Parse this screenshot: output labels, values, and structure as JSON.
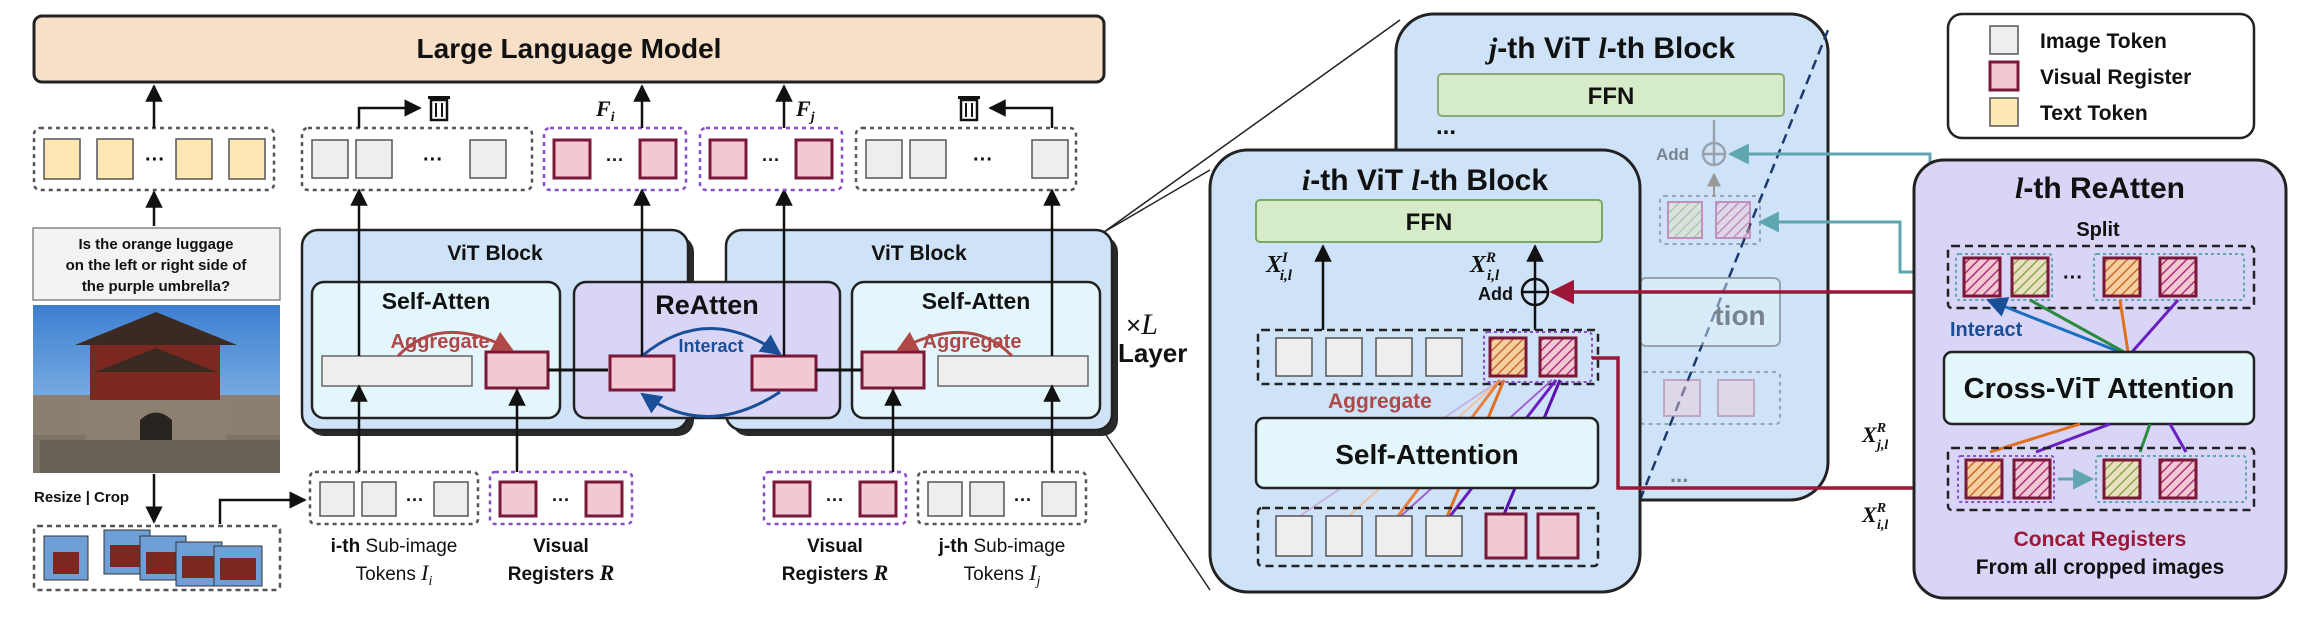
{
  "llm": {
    "title": "Large Language Model"
  },
  "question": {
    "line1": "Is the orange luggage",
    "line2": "on the left or right side of",
    "line3": "the purple umbrella?"
  },
  "resize_crop": "Resize | Crop",
  "ellipsis": "···",
  "vit": {
    "block": "ViT Block",
    "self_atten": "Self-Atten",
    "reatten": "ReAtten",
    "aggregate": "Aggregate",
    "interact": "Interact"
  },
  "features": {
    "fi": "F",
    "fi_sub": "i",
    "fj": "F",
    "fj_sub": "j"
  },
  "labels": {
    "ith_a": "i-th",
    "ith_b": " Sub-image",
    "ith_c": "Tokens ",
    "ith_sym": "I",
    "ith_sub": "i",
    "vr_a": "Visual",
    "vr_b": "Registers ",
    "vr_sym": "R",
    "jth_a": "j-th",
    "jth_b": " Sub-image",
    "jth_c": "Tokens ",
    "jth_sym": "I",
    "jth_sub": "j"
  },
  "layer": {
    "times": "×",
    "L": "L",
    "word": "Layer"
  },
  "detail": {
    "back_title_a": "j",
    "back_title_b": "-th ViT  ",
    "back_title_c": "l",
    "back_title_d": "-th Block",
    "front_title_a": "i",
    "front_title_b": "-th ViT  ",
    "front_title_c": "l",
    "front_title_d": "-th Block",
    "ffn": "FFN",
    "add": "Add",
    "aggregate": "Aggregate",
    "self_attention": "Self-Attention",
    "ghost_attention": "tion",
    "x_i_l_I": "X",
    "x_i_l_I_sup": "I",
    "x_i_l_I_sub": "i,l",
    "x_i_l_R": "X",
    "x_i_l_R_sup": "R",
    "x_i_l_R_sub": "i,l",
    "dots": "...",
    "x_j_l": "X",
    "x_j_l_sup": "R",
    "x_j_l_sub": "j,l",
    "x_i_l2": "X",
    "x_i_l2_sup": "R",
    "x_i_l2_sub": "i,l"
  },
  "reatten_panel": {
    "title_a": "l",
    "title_b": "-th  ReAtten",
    "split": "Split",
    "interact": "Interact",
    "cross": "Cross-ViT Attention",
    "concat": "Concat Registers",
    "from": "From all cropped images"
  },
  "legend": {
    "image_token": "Image Token",
    "visual_register": "Visual Register",
    "text_token": "Text Token"
  },
  "colors": {
    "llm_fill": "#f8dfc7",
    "vit_fill": "#cfe3f8",
    "reatten_fill": "#d9d5f7",
    "register_fill": "#f2c9d3",
    "register_stroke": "#7a1838",
    "text_token_fill": "#fde8b4",
    "ffn_fill": "#d6ecc8",
    "aggregate": "#b04848",
    "interact": "#1a4f98",
    "concat": "#9b1838"
  }
}
